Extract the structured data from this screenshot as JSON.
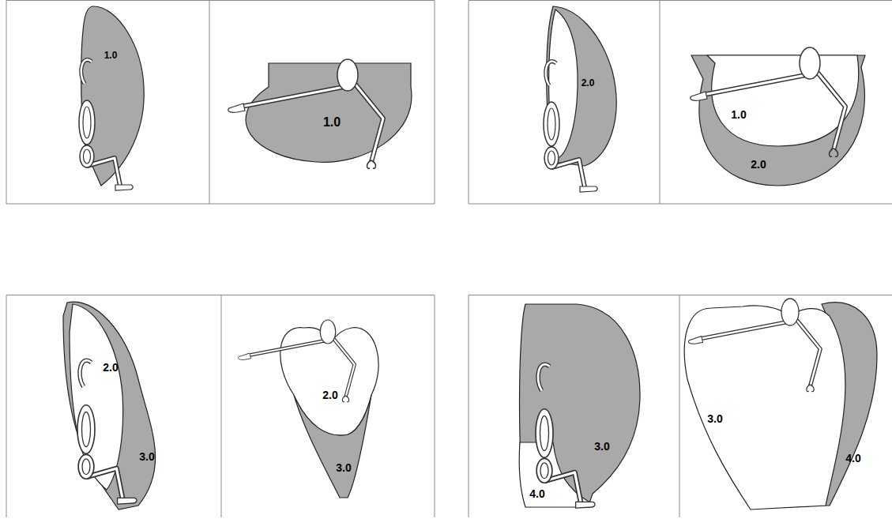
{
  "diagram": {
    "labels": [
      "1.0",
      "1.0",
      "2.0",
      "1.0",
      "2.0",
      "2.0",
      "3.0",
      "2.0",
      "3.0",
      "3.0",
      "4.0",
      "3.0",
      "4.0"
    ]
  }
}
